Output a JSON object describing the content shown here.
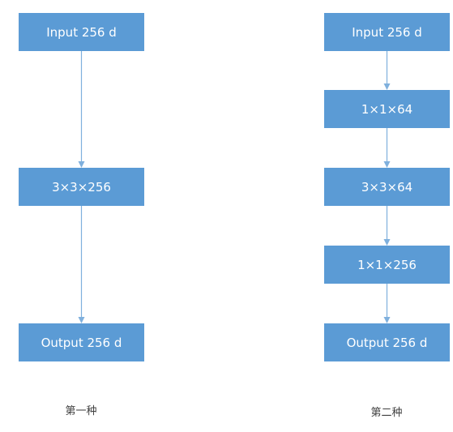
{
  "colors": {
    "node_fill": "#5b9bd5",
    "node_text": "#ffffff",
    "connector": "#7fb0dd",
    "caption_text": "#404040"
  },
  "left": {
    "nodes": [
      "Input 256 d",
      "3×3×256",
      "Output 256 d"
    ],
    "caption": "第一种"
  },
  "right": {
    "nodes": [
      "Input 256 d",
      "1×1×64",
      "3×3×64",
      "1×1×256",
      "Output 256 d"
    ],
    "caption": "第二种"
  }
}
